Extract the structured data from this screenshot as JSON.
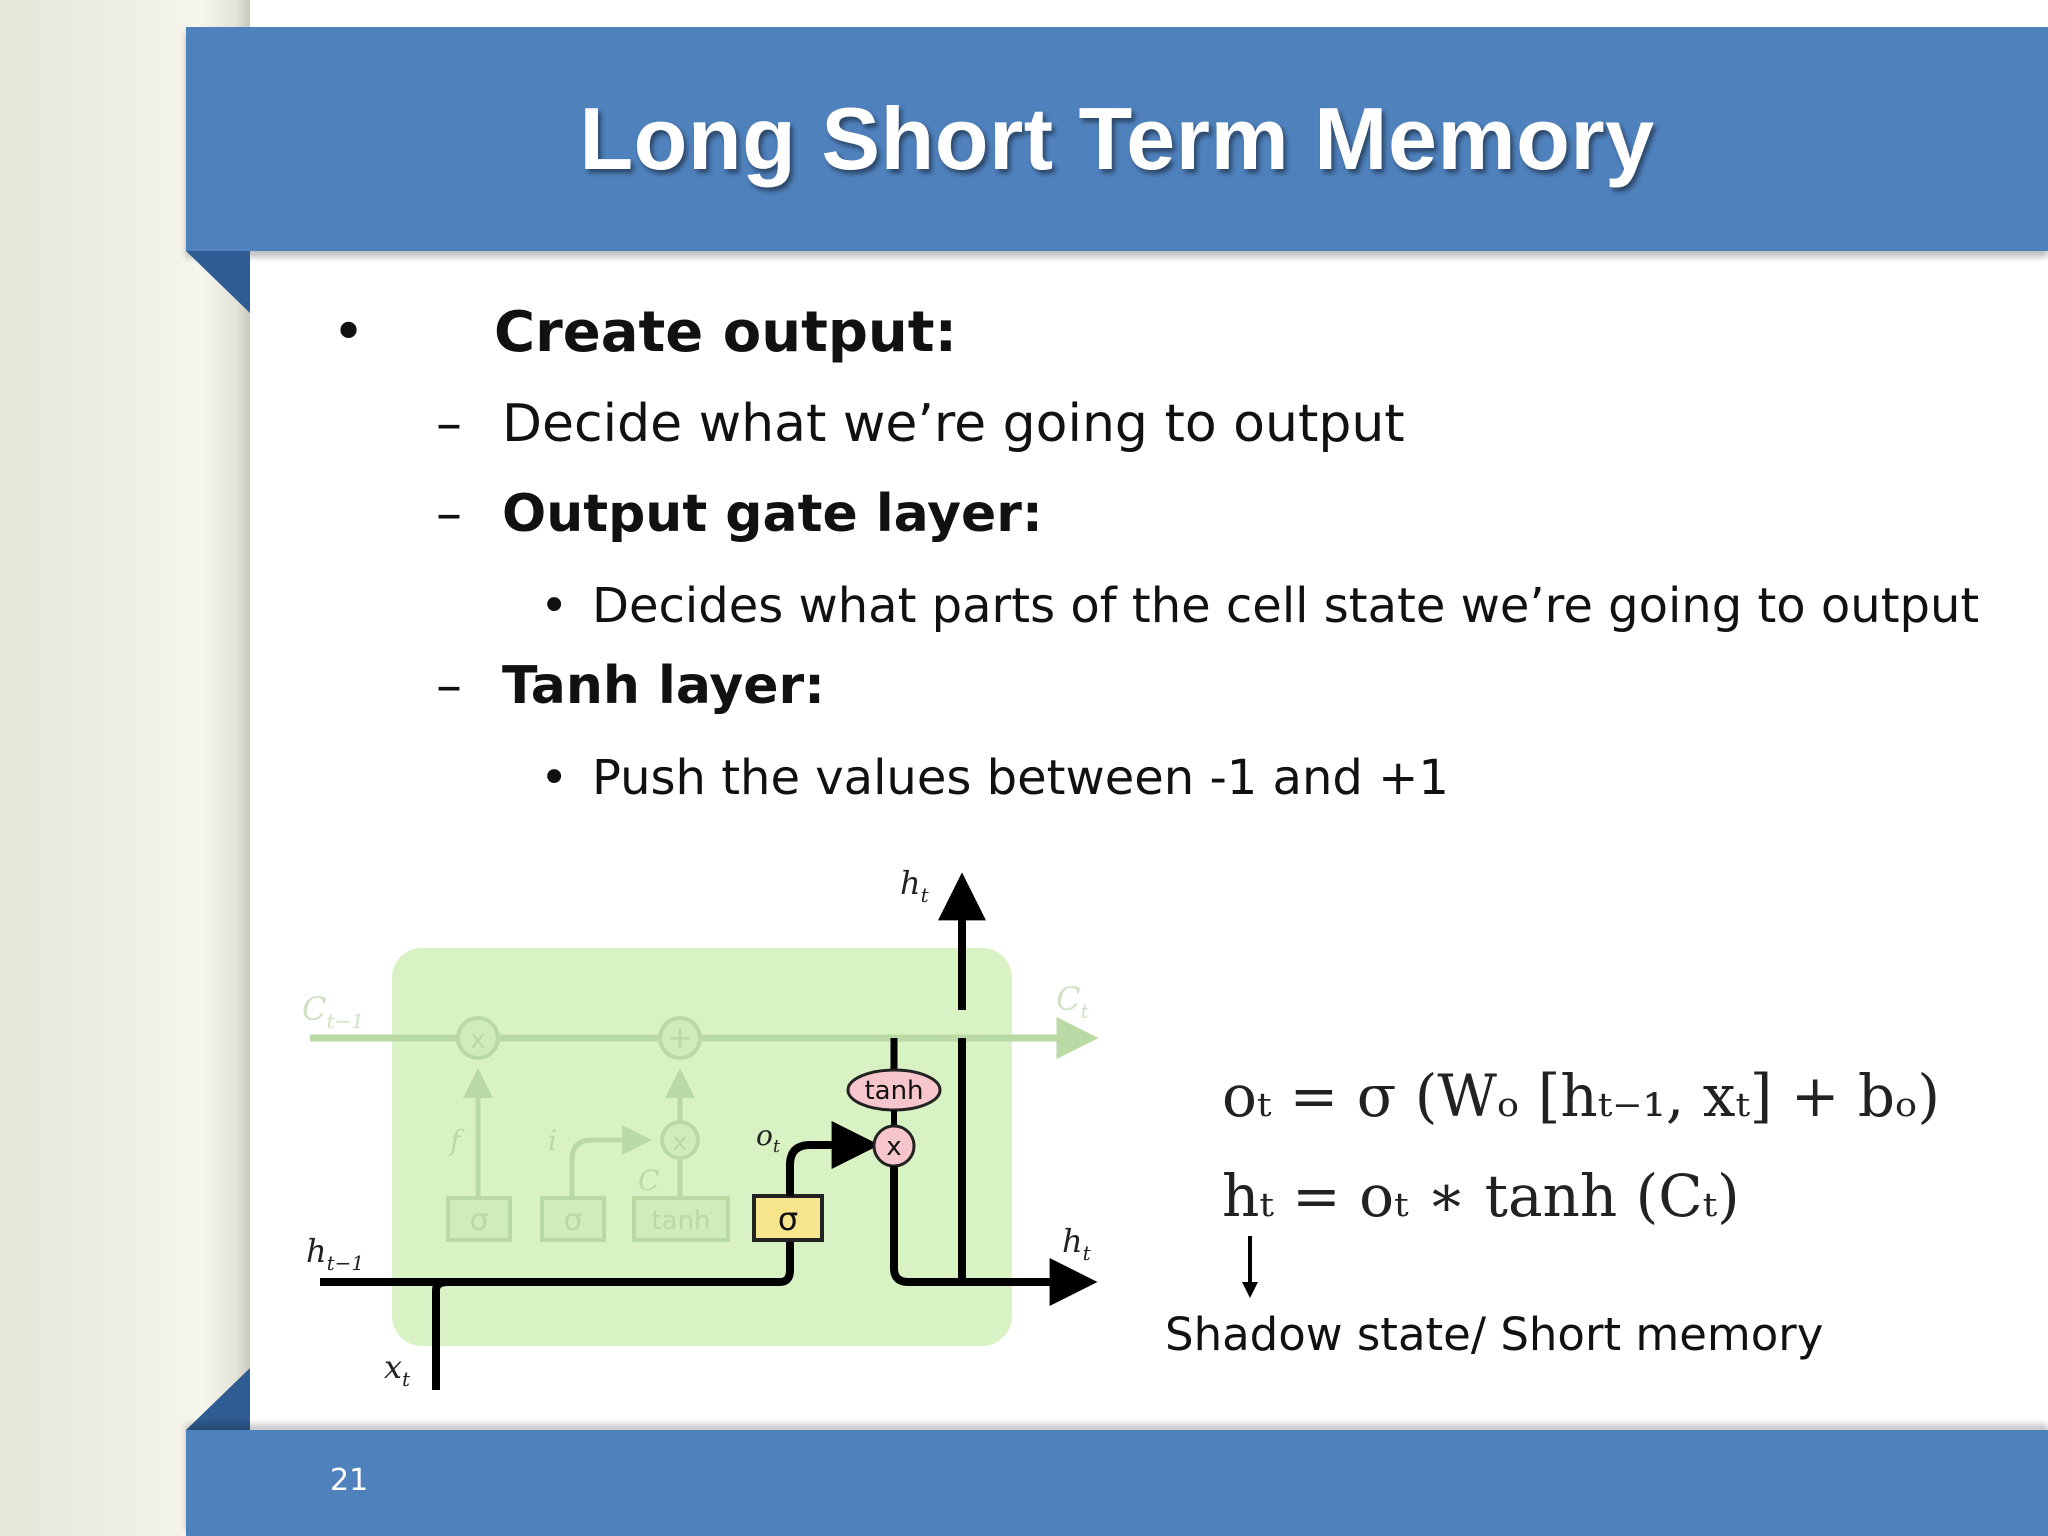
{
  "slide": {
    "title": "Long Short Term Memory",
    "page_number": "21"
  },
  "bullets": {
    "main": "Create output:",
    "sub1": "Decide what we’re going to output",
    "sub2": "Output gate layer:",
    "sub2_detail": "Decides what parts of the cell state we’re going to output",
    "sub3": "Tanh layer:",
    "sub3_detail": "Push the values between -1 and +1"
  },
  "diagram": {
    "labels": {
      "ht_top": "h",
      "ht_top_sub": "t",
      "ct_prev": "C",
      "ct_prev_sub": "t−1",
      "ct": "C",
      "ct_sub": "t",
      "ht_prev": "h",
      "ht_prev_sub": "t−1",
      "ht_right": "h",
      "ht_right_sub": "t",
      "xt": "x",
      "xt_sub": "t",
      "ot": "o",
      "ot_sub": "t",
      "tanh_op": "tanh",
      "sigma_gate": "σ",
      "times": "x",
      "faded_times": "x",
      "faded_plus": "+",
      "faded_sigma1": "σ",
      "faded_sigma2": "σ",
      "faded_tanh": "tanh",
      "faded_f": "f",
      "faded_i": "i",
      "faded_c": "C"
    }
  },
  "equations": {
    "eq1": "oₜ = σ (Wₒ [hₜ₋₁, xₜ]  +  bₒ)",
    "eq2": "hₜ = oₜ ∗ tanh (Cₜ)"
  },
  "caption": "Shadow state/ Short memory",
  "colors": {
    "blue": "#4f81bd",
    "dark_blue": "#2f5d93",
    "cell_green": "#d9f2c4",
    "gate_yellow": "#f6e58d",
    "tanh_pink": "#f7c6cc"
  }
}
